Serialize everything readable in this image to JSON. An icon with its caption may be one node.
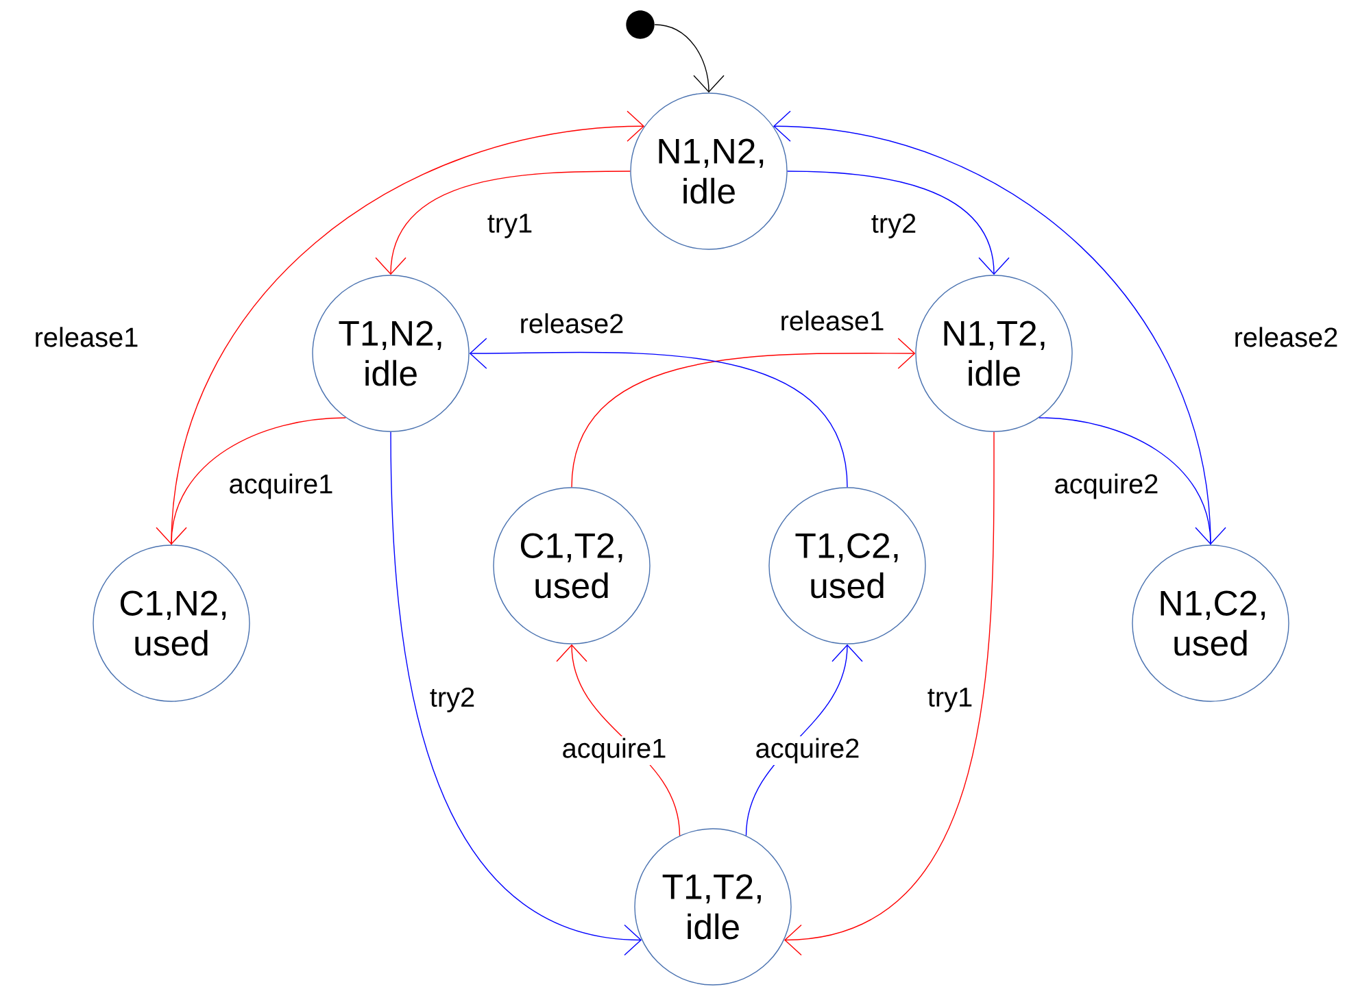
{
  "diagram": {
    "nodes": [
      {
        "text": [
          "N1,N2, idle"
        ]
      },
      {
        "text": [
          "T1,N2, idle"
        ]
      },
      {
        "text": [
          "N1,T2, idle"
        ]
      },
      {
        "text": [
          "C1,N2, used"
        ]
      },
      {
        "text": [
          "C1,T2, used"
        ]
      },
      {
        "text": [
          "T1,C2, used"
        ]
      },
      {
        "text": [
          "N1,C2, used"
        ]
      },
      {
        "text": [
          "T1,T2, idle"
        ]
      },
      {
        "text": [],
        "shape": "circle"
      }
    ],
    "edges": [
      {
        "from": 8,
        "to": 0,
        "arrow": "to",
        "color": "#000000"
      },
      {
        "from": 0,
        "to": 1,
        "arrow": "to",
        "label": "try1",
        "color": "#ff0000"
      },
      {
        "from": 0,
        "to": 2,
        "arrow": "to",
        "label": "try2",
        "color": "#0000ff"
      },
      {
        "from": 3,
        "to": 0,
        "arrow": "to",
        "label": "release1",
        "color": "#ff0000"
      },
      {
        "from": 6,
        "to": 0,
        "arrow": "to",
        "label": "release2",
        "color": "#0000ff"
      },
      {
        "from": 1,
        "to": 3,
        "arrow": "to",
        "label": "acquire1",
        "color": "#ff0000"
      },
      {
        "from": 2,
        "to": 6,
        "arrow": "to",
        "label": "acquire2",
        "color": "#0000ff"
      },
      {
        "from": 1,
        "to": 7,
        "arrow": "to",
        "label": "try2",
        "color": "#0000ff"
      },
      {
        "from": 2,
        "to": 7,
        "arrow": "to",
        "label": "try1",
        "color": "#ff0000"
      },
      {
        "from": 7,
        "to": 4,
        "arrow": "to",
        "label": "acquire1",
        "color": "#ff0000"
      },
      {
        "from": 7,
        "to": 5,
        "arrow": "to",
        "label": "acquire2",
        "color": "#0000ff"
      },
      {
        "from": 4,
        "to": 2,
        "arrow": "to",
        "label": "release1",
        "color": "#ff0000"
      },
      {
        "from": 5,
        "to": 1,
        "arrow": "to",
        "label": "release2",
        "color": "#0000ff"
      }
    ]
  }
}
